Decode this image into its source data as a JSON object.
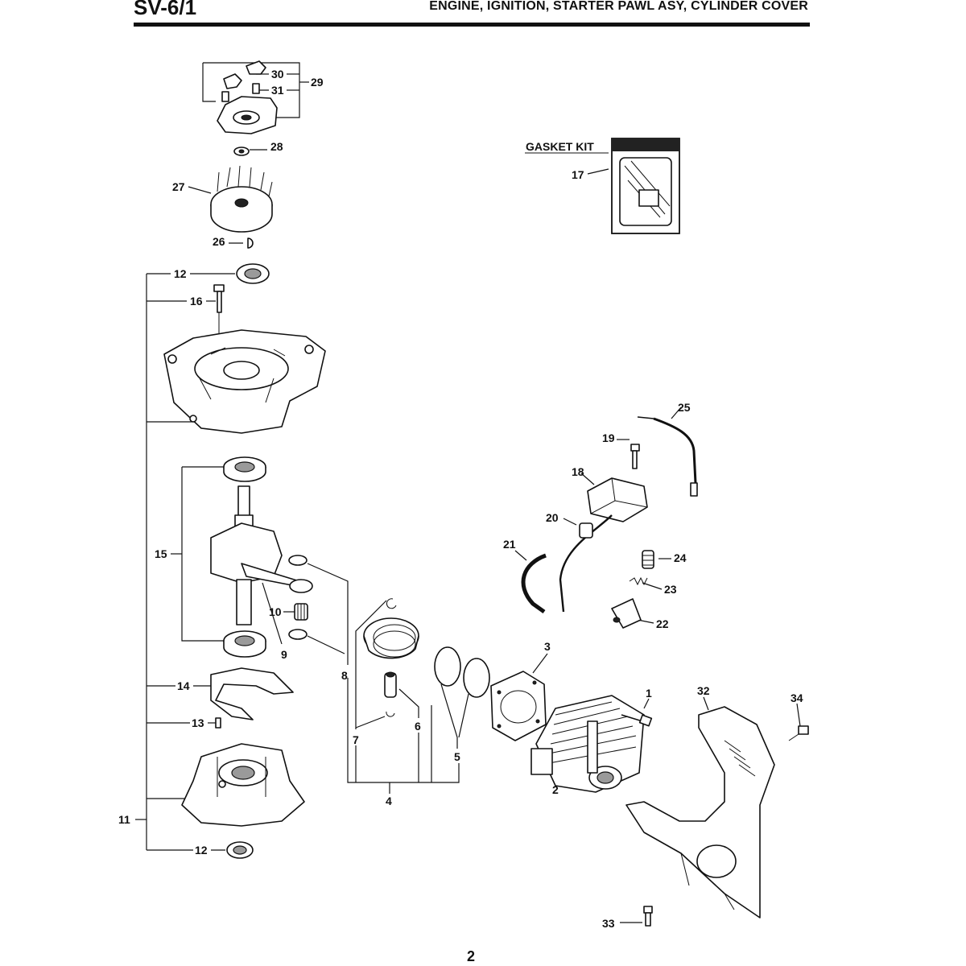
{
  "header": {
    "sheet_code": "SV-6/1",
    "title": "ENGINE, IGNITION, STARTER PAWL ASY, CYLINDER COVER"
  },
  "gasket_kit": {
    "label": "GASKET KIT"
  },
  "callouts": {
    "c1": "1",
    "c2": "2",
    "c3": "3",
    "c4": "4",
    "c5": "5",
    "c6": "6",
    "c7": "7",
    "c8": "8",
    "c9": "9",
    "c10": "10",
    "c11": "11",
    "c12a": "12",
    "c12b": "12",
    "c13": "13",
    "c14": "14",
    "c15": "15",
    "c16": "16",
    "c17": "17",
    "c18": "18",
    "c19": "19",
    "c20": "20",
    "c21": "21",
    "c22": "22",
    "c23": "23",
    "c24": "24",
    "c25": "25",
    "c26": "26",
    "c27": "27",
    "c28": "28",
    "c29": "29",
    "c30": "30",
    "c31": "31",
    "c32": "32",
    "c33": "33",
    "c34": "34"
  },
  "page_number": "2"
}
